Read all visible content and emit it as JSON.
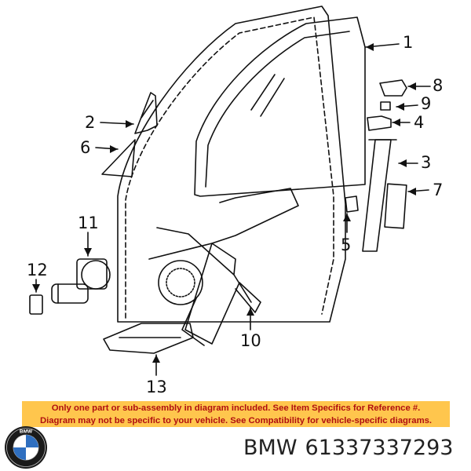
{
  "callouts": [
    {
      "id": "1",
      "label": "1"
    },
    {
      "id": "2",
      "label": "2"
    },
    {
      "id": "3",
      "label": "3"
    },
    {
      "id": "4",
      "label": "4"
    },
    {
      "id": "5",
      "label": "5"
    },
    {
      "id": "6",
      "label": "6"
    },
    {
      "id": "7",
      "label": "7"
    },
    {
      "id": "8",
      "label": "8"
    },
    {
      "id": "9",
      "label": "9"
    },
    {
      "id": "10",
      "label": "10"
    },
    {
      "id": "11",
      "label": "11"
    },
    {
      "id": "12",
      "label": "12"
    },
    {
      "id": "13",
      "label": "13"
    }
  ],
  "notice": {
    "line1": "Only one part or sub-assembly in diagram included. See Item Specifics for Reference #.",
    "line2": "Diagram may not be specific to your vehicle. See Compatibility for vehicle-specific diagrams.",
    "background_color": "#ffc64d",
    "text_color": "#b01010"
  },
  "brand": {
    "logo_icon": "bmw-roundel-icon",
    "logo_text": "BMW",
    "name": "BMW",
    "part_number": "61337337293"
  }
}
